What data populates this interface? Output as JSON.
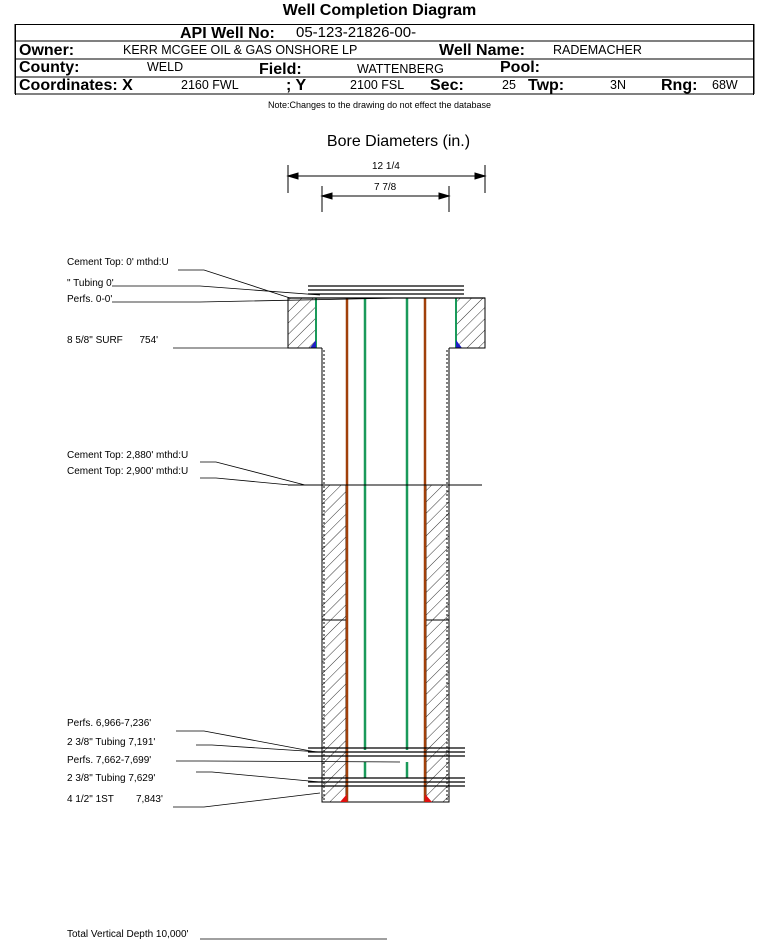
{
  "header": {
    "title": "Well Completion Diagram",
    "api_label": "API Well No:",
    "api_value": "05-123-21826-00-",
    "owner_label": "Owner:",
    "owner_value": "KERR MCGEE OIL & GAS ONSHORE LP",
    "wellname_label": "Well Name:",
    "wellname_value": "RADEMACHER",
    "county_label": "County:",
    "county_value": "WELD",
    "field_label": "Field:",
    "field_value": "WATTENBERG",
    "pool_label": "Pool:",
    "pool_value": "",
    "coordx_label": "Coordinates: X",
    "coordx_value": "2160 FWL",
    "coordy_label": "; Y",
    "coordy_value": "2100 FSL",
    "sec_label": "Sec:",
    "sec_value": "25",
    "twp_label": "Twp:",
    "twp_value": "3N",
    "rng_label": "Rng:",
    "rng_value": "68W",
    "note": "Note:Changes to the drawing do not effect the database"
  },
  "bore": {
    "title": "Bore Diameters (in.)",
    "outer": "12 1/4",
    "inner": "7 7/8"
  },
  "annotations": [
    "Cement Top: 0' mthd:U",
    "\" Tubing 0'",
    "Perfs. 0-0'",
    "8 5/8\" SURF      754'",
    "Cement Top: 2,880' mthd:U",
    "Cement Top: 2,900' mthd:U",
    "Perfs. 6,966-7,236'",
    "2 3/8\" Tubing 7,191'",
    "Perfs. 7,662-7,699'",
    "2 3/8\" Tubing 7,629'",
    "4 1/2\" 1ST        7,843'",
    "Total Vertical Depth 10,000'"
  ],
  "colors": {
    "tubing": "#1a9a5a",
    "casing": "#a0400a",
    "shoe_surface": "#1e1ec8",
    "shoe_production": "#e01010"
  }
}
